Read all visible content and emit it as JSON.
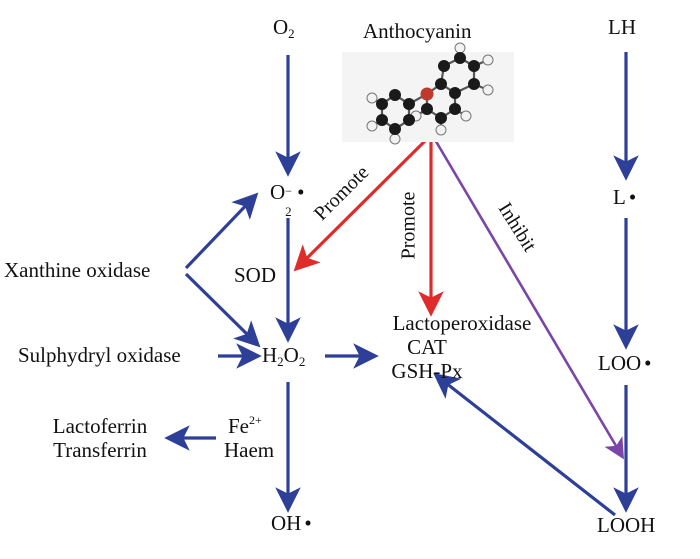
{
  "colors": {
    "arrow_blue": "#2e3f98",
    "arrow_red": "#e02b2b",
    "arrow_purple": "#7b45a8",
    "atom_carbon": "#1a1a1a",
    "atom_oxygen": "#c0392b",
    "atom_hydrogen": "#f2f2f2"
  },
  "nodes": {
    "o2": {
      "base": "O",
      "sub": "2"
    },
    "superoxide": {
      "base": "O",
      "sub": "2",
      "sup": "−",
      "dot": "•"
    },
    "h2o2": {
      "a": "H",
      "sub1": "2",
      "b": "O",
      "sub2": "2"
    },
    "oh": {
      "text": "OH",
      "dot": "•"
    },
    "anthocyanin": "Anthocyanin",
    "lh": "LH",
    "l_radical": {
      "text": "L",
      "dot": "•"
    },
    "loo_radical": {
      "text": "LOO",
      "dot": "•"
    },
    "looh": "LOOH",
    "xanthine_oxidase": "Xanthine oxidase",
    "sulphydryl_oxidase": "Sulphydryl oxidase",
    "sod": "SOD",
    "fe": {
      "base": "Fe",
      "sup": "2+"
    },
    "haem": "Haem",
    "lactoferrin": "Lactoferrin",
    "transferrin": "Transferrin",
    "enzymes": [
      "Lactoperoxidase",
      "CAT",
      "GSH-Px"
    ]
  },
  "edge_labels": {
    "promote_left": "Promote",
    "promote_down": "Promote",
    "inhibit": "Inhibit"
  },
  "molecule_icon": "anthocyanin-ball-and-stick-model"
}
